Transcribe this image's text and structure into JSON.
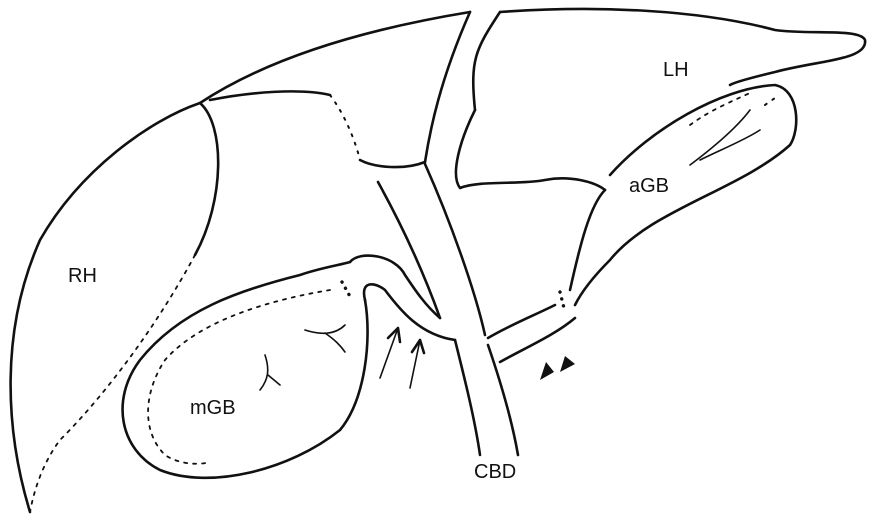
{
  "labels": {
    "right_hepatic": "RH",
    "left_hepatic": "LH",
    "accessory_gb": "aGB",
    "main_gb": "mGB",
    "cbd": "CBD"
  },
  "colors": {
    "ink": "#111111",
    "background": "#ffffff"
  },
  "icons": {
    "arrows": "arrow-icon",
    "arrowheads": "arrowhead-icon"
  }
}
